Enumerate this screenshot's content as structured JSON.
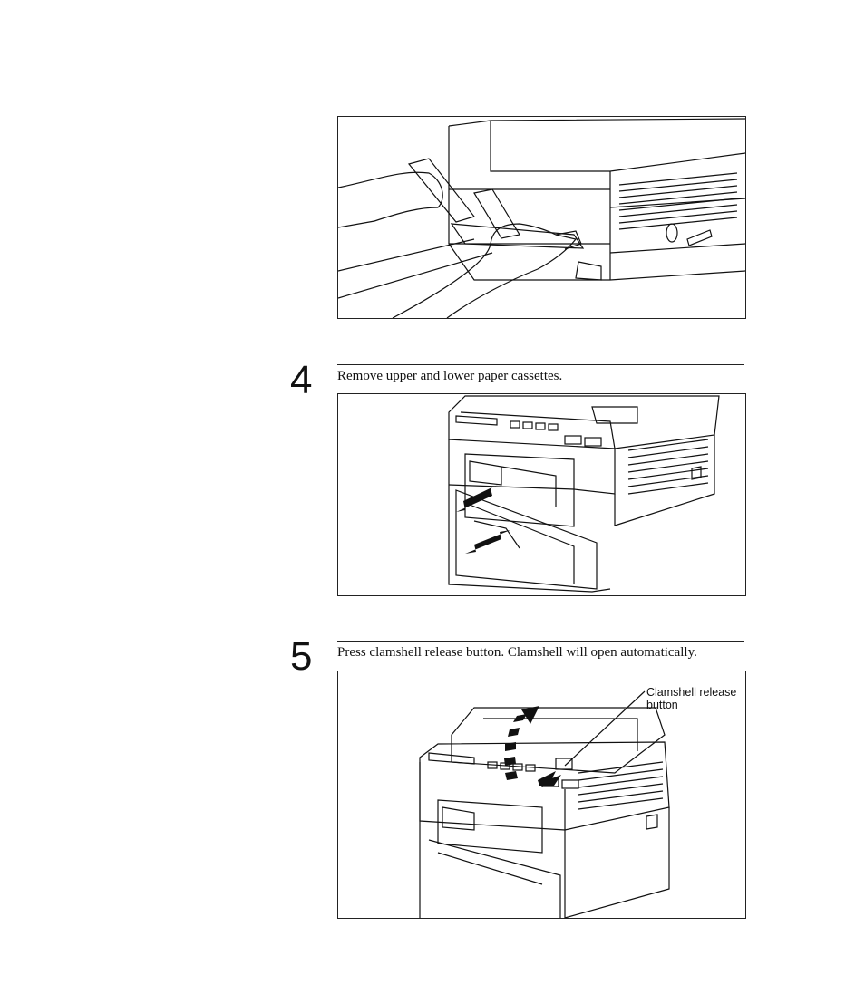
{
  "steps": [
    {
      "number": "4",
      "instruction": "Remove upper and lower paper cassettes."
    },
    {
      "number": "5",
      "instruction": "Press clamshell release button. Clamshell will open automatically."
    }
  ],
  "callout": {
    "line1": "Clamshell release",
    "line2": "button"
  }
}
